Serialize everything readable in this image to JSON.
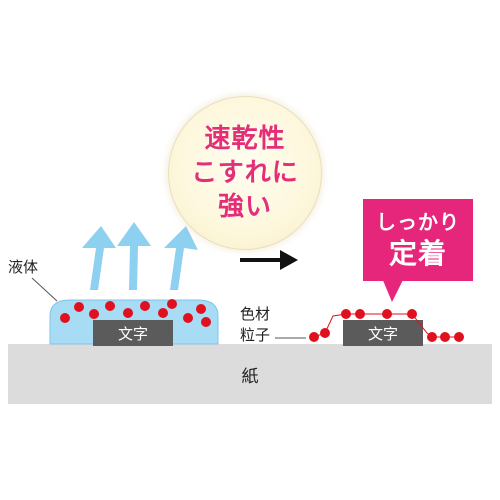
{
  "bubble": {
    "line1": "速乾性",
    "line2": "こすれに",
    "line3": "強い"
  },
  "callout": {
    "line1": "しっかり",
    "line2": "定着"
  },
  "labels": {
    "liquid": "液体",
    "colorant_line1": "色材",
    "colorant_line2": "粒子",
    "text_left": "文字",
    "text_right": "文字",
    "paper": "紙"
  },
  "colors": {
    "accent_pink": "#e5267a",
    "particle_red": "#e0101e",
    "liquid_blue": "#a8dcf5",
    "arrow_blue": "#8ed0f0",
    "text_block": "#5b5b5b",
    "paper_gray": "#dcdcdc"
  }
}
